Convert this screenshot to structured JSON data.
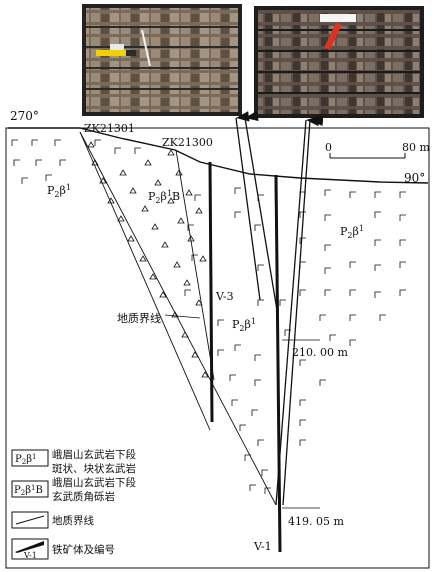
{
  "orientation": {
    "left": "270°",
    "right": "90°"
  },
  "drillholes": [
    {
      "id": "ZK21301",
      "label": "ZK21301"
    },
    {
      "id": "ZK21300",
      "label": "ZK21300"
    }
  ],
  "scale_bar": {
    "start": "0",
    "end": "80 m"
  },
  "units": {
    "p2b1": {
      "base": "P",
      "sub": "2",
      "greek": "β",
      "sup": "1",
      "suffix": ""
    },
    "p2b1b": {
      "base": "P",
      "sub": "2",
      "greek": "β",
      "sup": "1",
      "suffix": "B"
    }
  },
  "labels": {
    "geologic_boundary": "地质界线",
    "orebody_v3": "V-3",
    "orebody_v1": "V-1",
    "depth_210": "210. 00 m",
    "depth_419": "419. 05 m"
  },
  "legend": {
    "p2b1_line1": "峨眉山玄武岩下段",
    "p2b1_line2": "斑状、块状玄武岩",
    "p2b1b_line1": "峨眉山玄武岩下段",
    "p2b1b_line2": "玄武质角砾岩",
    "boundary": "地质界线",
    "orebody": "铁矿体及编号",
    "orebody_symbol": "V-1"
  },
  "colors": {
    "ink": "#111111",
    "core_box": "#6b5a4a"
  },
  "icons": [
    "core-photo",
    "hammer-icon",
    "pen-icon",
    "arrow-icon"
  ]
}
